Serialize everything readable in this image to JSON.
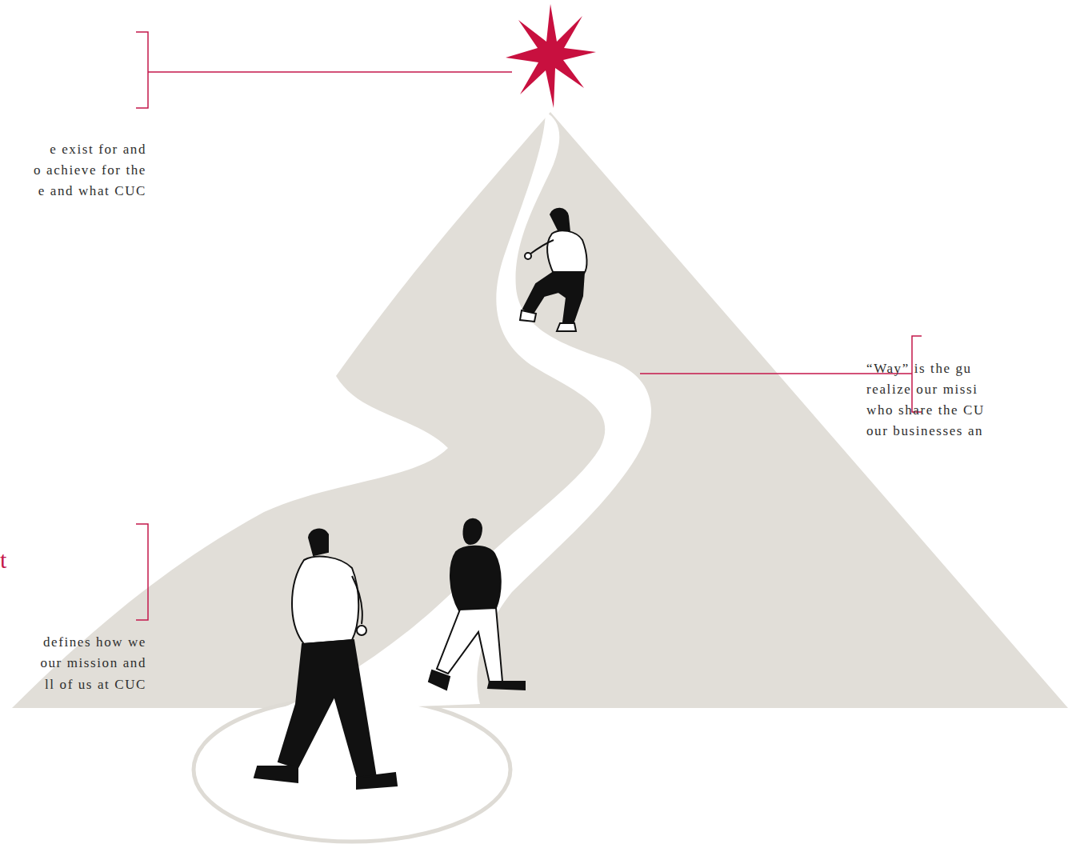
{
  "diagram": {
    "labels": [
      "e exist for and",
      "o achieve for the",
      "e and what CUC",
      "t",
      "defines how we",
      "our mission and",
      "ll of us at CUC",
      "“Way” is the gu",
      "realize our missi",
      "who share the CU",
      "our businesses an"
    ]
  }
}
